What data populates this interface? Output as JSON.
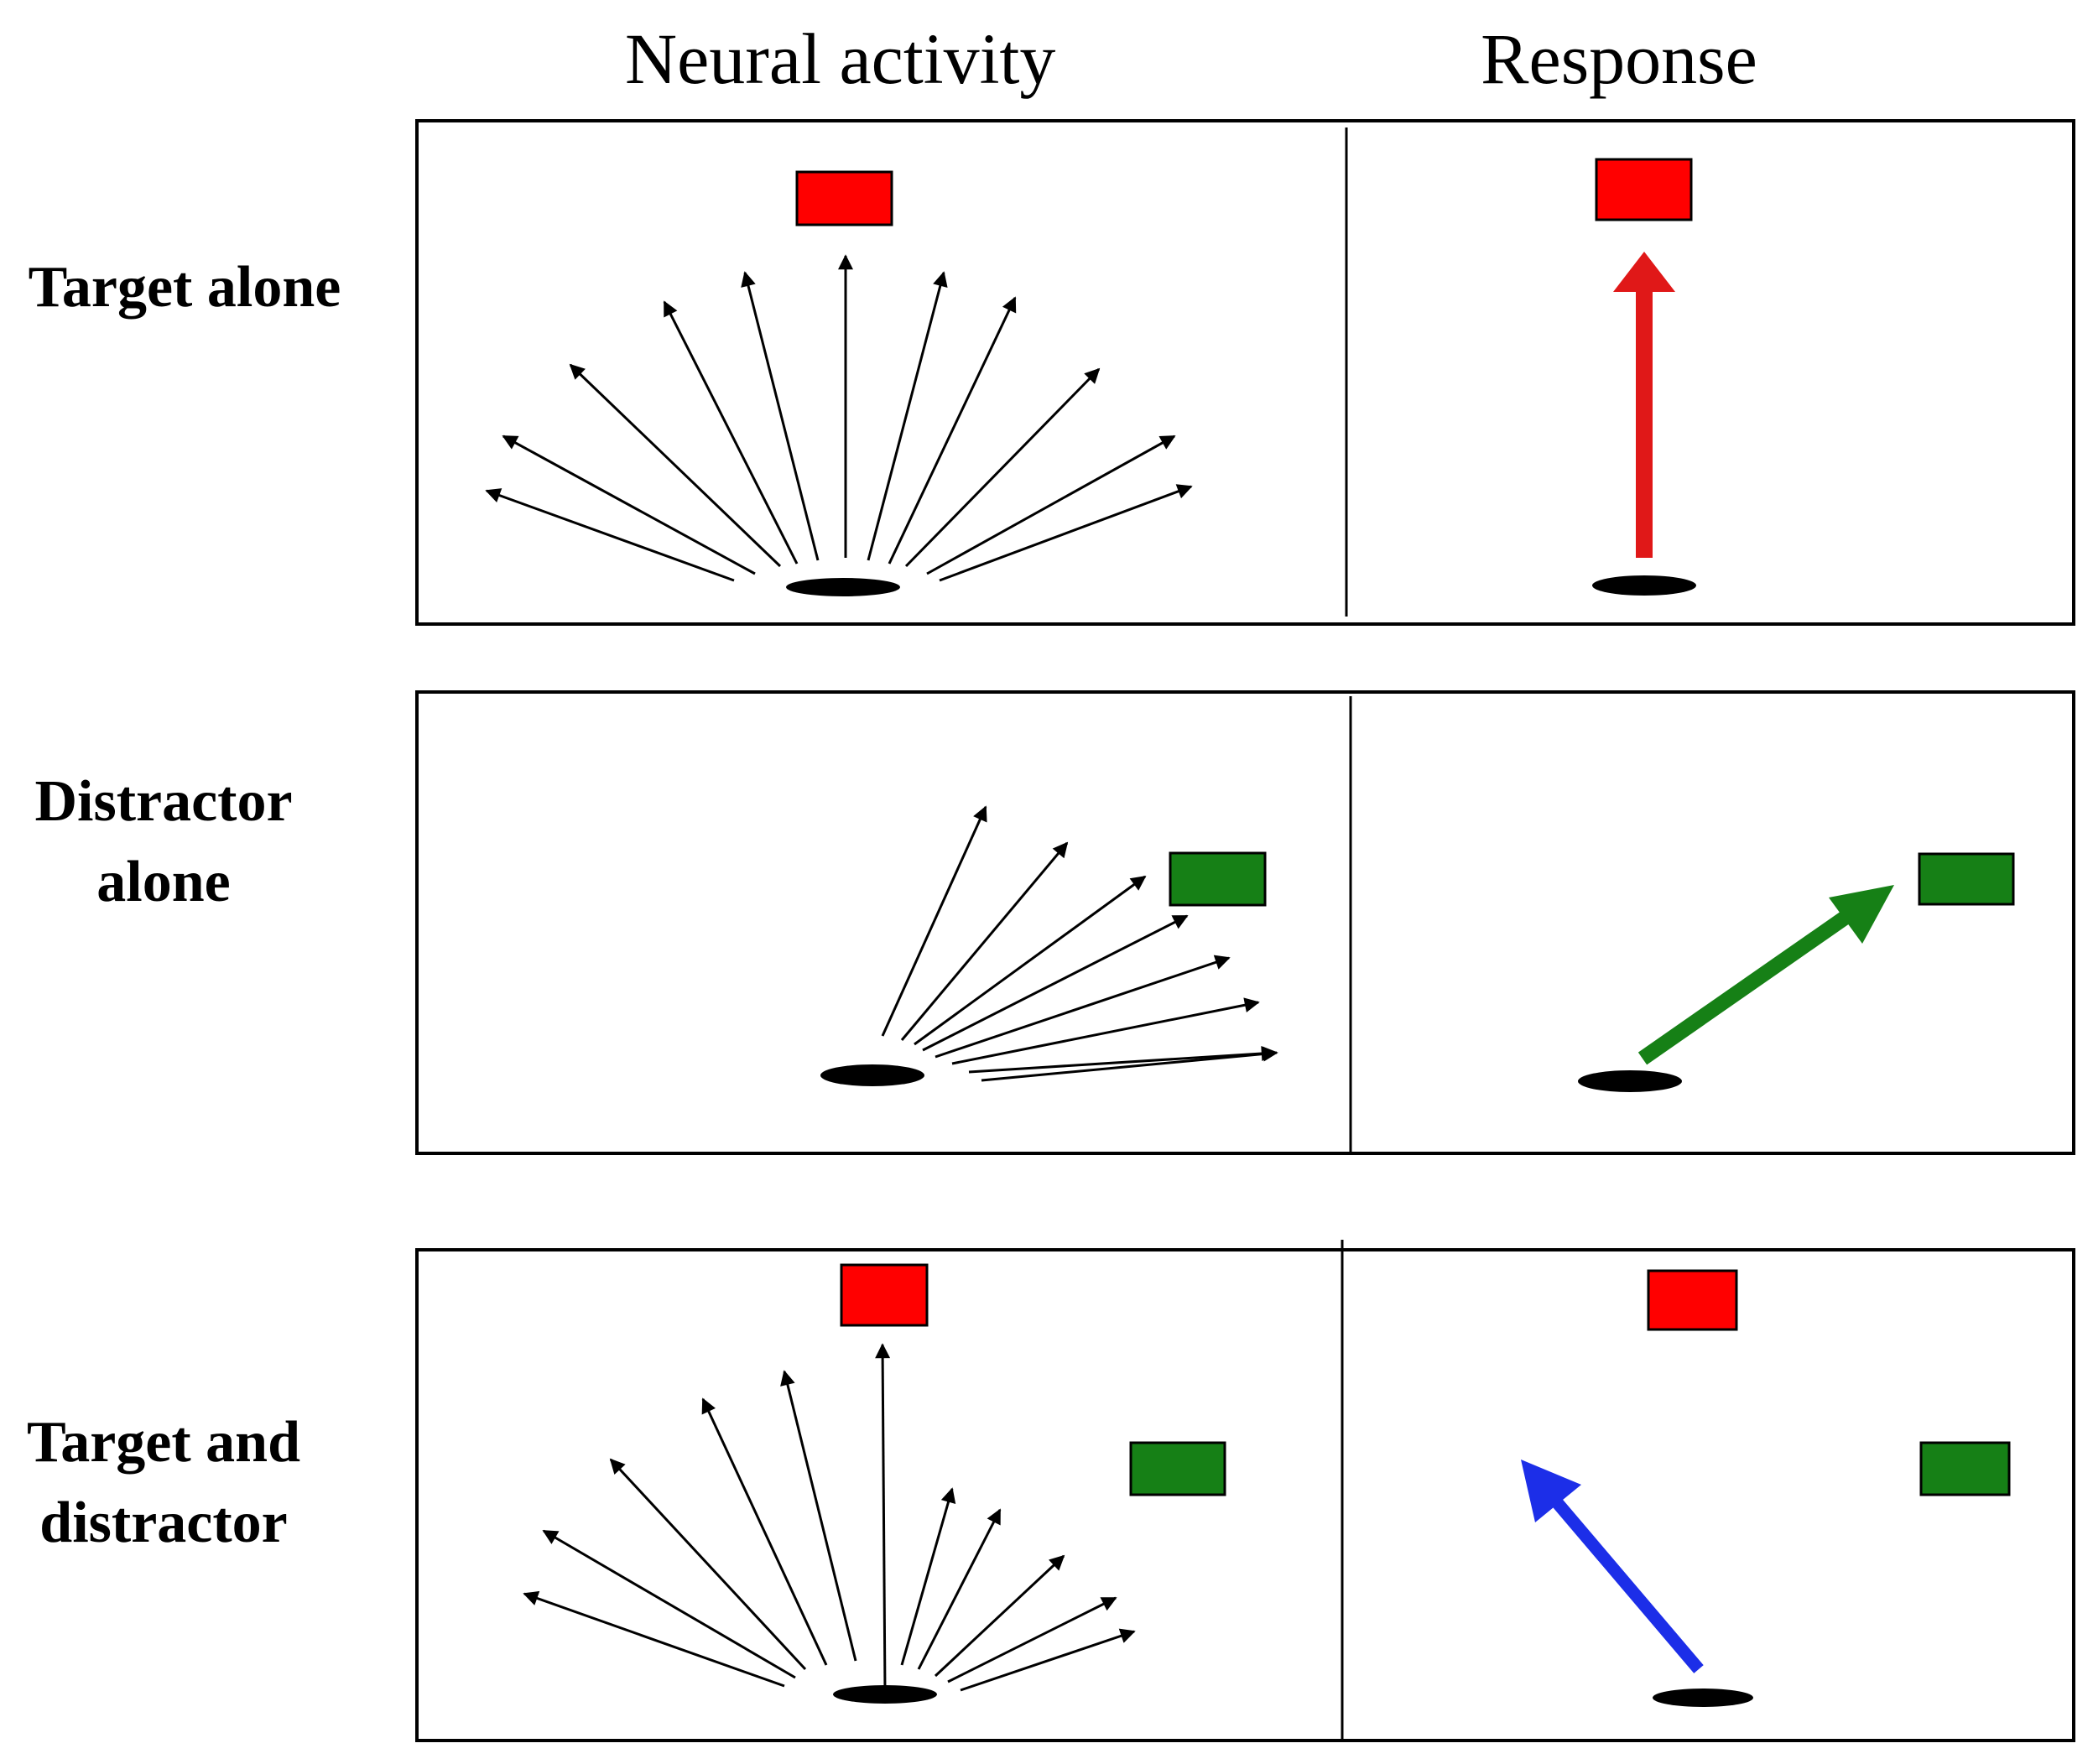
{
  "columns": [
    "Neural activity",
    "Response"
  ],
  "rows": [
    {
      "label": "Target alone"
    },
    {
      "label": "Distractor\nalone"
    },
    {
      "label": "Target and\ndistractor"
    }
  ],
  "colors": {
    "target": "#ff0000",
    "distractor": "#168016",
    "response_target": "#e01818",
    "response_distractor": "#168016",
    "response_combined": "#1c2ee8",
    "neural_arrow": "#000000"
  }
}
